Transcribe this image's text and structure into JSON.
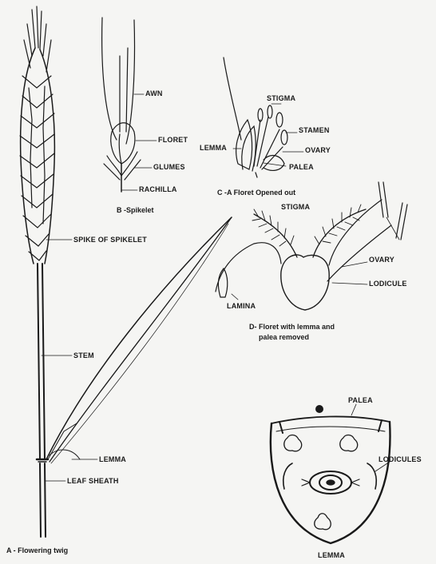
{
  "figure_a": {
    "labels": {
      "spike": "SPIKE OF SPIKELET",
      "stem": "STEM",
      "lemma": "LEMMA",
      "leaf_sheath": "LEAF SHEATH"
    },
    "caption": "A - Flowering twig"
  },
  "figure_b": {
    "labels": {
      "awn": "AWN",
      "floret": "FLORET",
      "glumes": "GLUMES",
      "rachilla": "RACHILLA"
    },
    "caption": "B -Spikelet"
  },
  "figure_c": {
    "labels": {
      "stigma": "STIGMA",
      "lemma": "LEMMA",
      "stamen": "STAMEN",
      "ovary": "OVARY",
      "palea": "PALEA"
    },
    "caption": "C -A Floret Opened out"
  },
  "figure_d": {
    "labels": {
      "stigma": "STIGMA",
      "ovary": "OVARY",
      "lodicule": "LODICULE",
      "lamina": "LAMINA"
    },
    "caption_line1": "D- Floret with lemma and",
    "caption_line2": "palea removed"
  },
  "figure_e": {
    "labels": {
      "palea": "PALEA",
      "lodicules": "LODICULES",
      "lemma": "LEMMA"
    }
  },
  "colors": {
    "ink": "#1a1a1a",
    "paper": "#f5f5f3"
  }
}
